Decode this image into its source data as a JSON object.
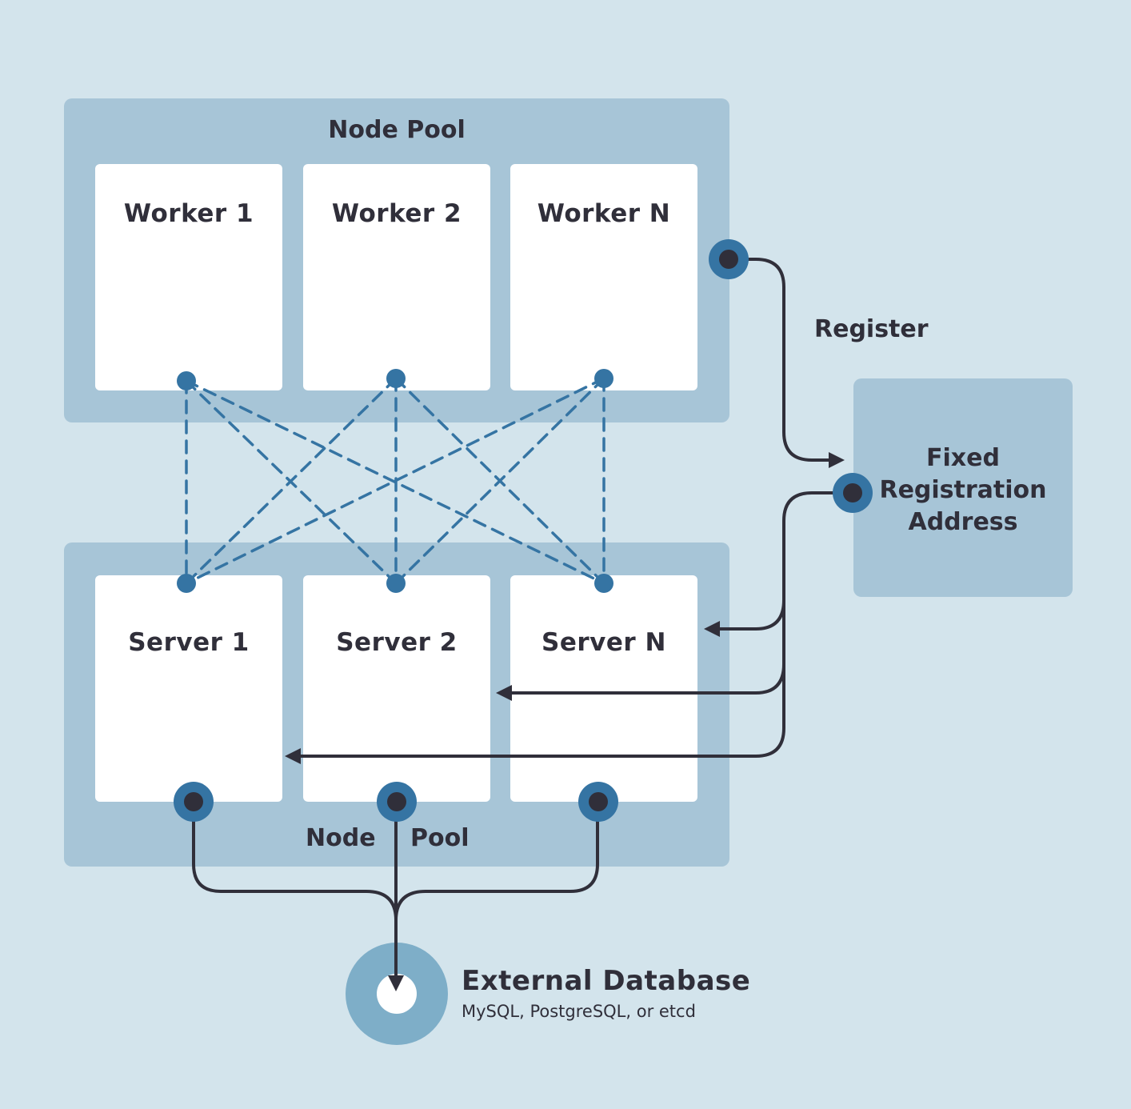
{
  "colors": {
    "background": "#d3e4ec",
    "pool": "#a7c5d7",
    "card": "#ffffff",
    "port_blue": "#3574a3",
    "port_dark": "#302f3a",
    "mesh_line": "#3574a3",
    "arrow": "#302f3a",
    "database_ring": "#7eaec8",
    "text": "#302f3a"
  },
  "top_pool": {
    "title": "Node Pool",
    "workers": [
      {
        "label": "Worker 1"
      },
      {
        "label": "Worker 2"
      },
      {
        "label": "Worker N"
      }
    ]
  },
  "bottom_pool": {
    "title_left": "Node",
    "title_right": "Pool",
    "servers": [
      {
        "label": "Server 1"
      },
      {
        "label": "Server 2"
      },
      {
        "label": "Server N"
      }
    ]
  },
  "register": {
    "label": "Register"
  },
  "fixed_registration": {
    "lines": [
      "Fixed",
      "Registration",
      "Address"
    ]
  },
  "database": {
    "title": "External Database",
    "subtitle": "MySQL, PostgreSQL, or etcd"
  },
  "edges": [
    {
      "from": "Worker 1",
      "to": "Server 1",
      "style": "dashed"
    },
    {
      "from": "Worker 1",
      "to": "Server 2",
      "style": "dashed"
    },
    {
      "from": "Worker 1",
      "to": "Server N",
      "style": "dashed"
    },
    {
      "from": "Worker 2",
      "to": "Server 1",
      "style": "dashed"
    },
    {
      "from": "Worker 2",
      "to": "Server 2",
      "style": "dashed"
    },
    {
      "from": "Worker 2",
      "to": "Server N",
      "style": "dashed"
    },
    {
      "from": "Worker N",
      "to": "Server 1",
      "style": "dashed"
    },
    {
      "from": "Worker N",
      "to": "Server 2",
      "style": "dashed"
    },
    {
      "from": "Worker N",
      "to": "Server N",
      "style": "dashed"
    },
    {
      "from": "Node Pool (workers)",
      "to": "Fixed Registration Address",
      "label": "Register",
      "style": "arrow"
    },
    {
      "from": "Fixed Registration Address",
      "to": "Server N",
      "style": "arrow"
    },
    {
      "from": "Fixed Registration Address",
      "to": "Server 2",
      "style": "arrow"
    },
    {
      "from": "Fixed Registration Address",
      "to": "Server 1",
      "style": "arrow"
    },
    {
      "from": "Server 1",
      "to": "External Database",
      "style": "arrow"
    },
    {
      "from": "Server 2",
      "to": "External Database",
      "style": "arrow"
    },
    {
      "from": "Server N",
      "to": "External Database",
      "style": "arrow"
    }
  ]
}
